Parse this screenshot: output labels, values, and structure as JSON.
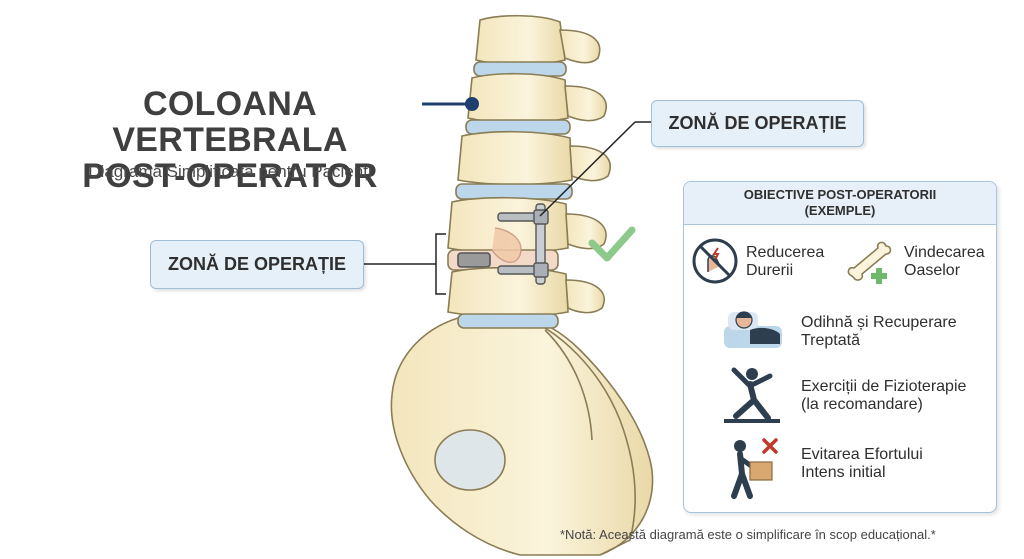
{
  "title_lines": [
    "COLOANA VERTEBRALA",
    "POST-OPERATOR"
  ],
  "subtitle": "Diagramă Simplificată pentru Pacienți",
  "callouts": {
    "top": "ZONĂ DE OPERAȚIE",
    "left": "ZONĂ DE OPERAȚIE"
  },
  "panel": {
    "title_lines": [
      "OBIECTIVE POST-OPERATORII",
      "(EXEMPLE)"
    ],
    "items": [
      {
        "lines": [
          "Reducerea",
          "Durerii"
        ],
        "icon": "no-pain-icon"
      },
      {
        "lines": [
          "Vindecarea",
          "Oaselor"
        ],
        "icon": "bone-heal-icon"
      },
      {
        "lines": [
          "Odihnă și Recuperare",
          "Treptată"
        ],
        "icon": "resting-person-icon"
      },
      {
        "lines": [
          "Exerciții de Fizioterapie",
          "(la recomandare)"
        ],
        "icon": "exercise-person-icon"
      },
      {
        "lines": [
          "Evitarea Efortului",
          "Intens initial"
        ],
        "icon": "no-lifting-icon"
      }
    ]
  },
  "note": "*Notă: Această diagramă este o simplificare în scop educațional.*",
  "colors": {
    "bone": "#f6ecc8",
    "bone_outline": "#8a7d55",
    "disc": "#bcd6ea",
    "accent_blue": "#1f3f6e",
    "check": "#8cc98a",
    "panel_border": "#a8c3da",
    "panel_head": "#e7f0f8",
    "icon_dark": "#2d3e4f",
    "icon_red": "#c0392b"
  }
}
